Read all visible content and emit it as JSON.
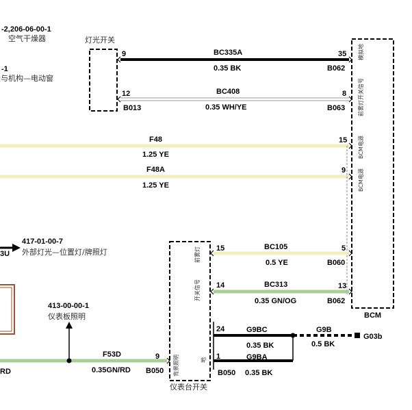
{
  "colors": {
    "black": "#000000",
    "yellow": "#f2eebd",
    "green": "#a8cf95",
    "white": "#ffffff",
    "gray": "#777777",
    "box_brown": "#a0522d"
  },
  "refs": {
    "r1_code": "-2,206-06-00-1",
    "r1_name": "空气干燥器",
    "r2_code": "-1",
    "r2_name": "蛋与机构—电动窗",
    "r3_code": "417-01-00-7",
    "r3_name": "外部灯光—位置灯/牌照灯",
    "r3_arrow_label": "3U",
    "r4_code": "413-00-00-1",
    "r4_name": "仪表板照明",
    "rd": "RD"
  },
  "light_switch": {
    "title": "灯光开关",
    "connector": "B013"
  },
  "bcm": {
    "name": "BCM",
    "side_labels": [
      "模拟地",
      "前雾灯开关信号",
      "BCM电源",
      "BCM电源"
    ]
  },
  "dash_switch": {
    "title": "仪表台开关",
    "connector": "B050",
    "side_labels": [
      "前雾灯",
      "开关信号",
      "背景照明",
      "地"
    ]
  },
  "wires": [
    {
      "id": "BC335A",
      "spec": "0.35 BK",
      "pin_left": "9",
      "pin_right": "35",
      "conn_right": "B062"
    },
    {
      "id": "BC408",
      "spec": "0.35 WH/YE",
      "pin_left": "12",
      "pin_right": "8",
      "conn_right": "B063"
    },
    {
      "id": "F48",
      "spec": "1.25 YE",
      "pin_right": "15"
    },
    {
      "id": "F48A",
      "spec": "1.25 YE",
      "pin_right": "9"
    },
    {
      "id": "BC105",
      "spec": "0.5 YE",
      "pin_left": "15",
      "pin_right": "5",
      "conn_right": "B060"
    },
    {
      "id": "BC313",
      "spec": "0.35 GN/OG",
      "pin_left": "14",
      "pin_right": "13",
      "conn_right": "B062"
    },
    {
      "id": "F53D",
      "spec": "0.35GN/RD",
      "pin_right": "9",
      "conn_right": "B050"
    },
    {
      "id": "G9BC",
      "spec": "0.35 BK",
      "pin_left": "24"
    },
    {
      "id": "G9BA",
      "spec": "0.35 BK",
      "pin_left": "1",
      "conn_left": "B050"
    },
    {
      "id": "G9B",
      "spec": "0.5 BK",
      "ground": "G03b"
    }
  ]
}
